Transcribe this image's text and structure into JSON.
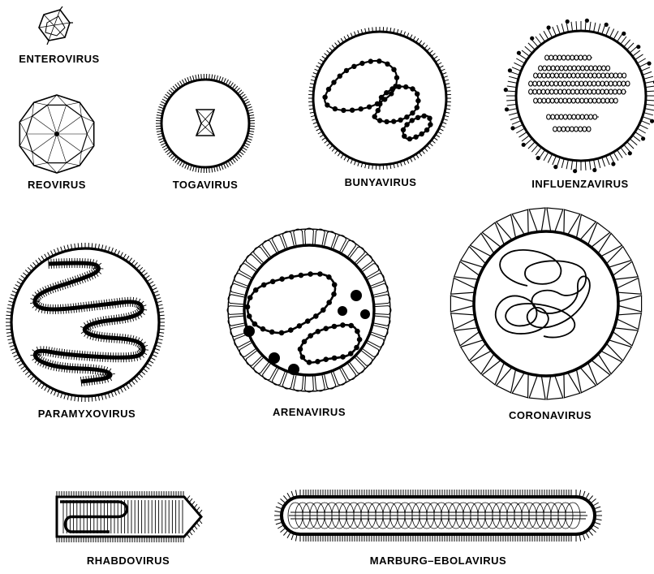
{
  "labels": {
    "enterovirus": "ENTEROVIRUS",
    "reovirus": "REOVIRUS",
    "togavirus": "TOGAVIRUS",
    "bunyavirus": "BUNYAVIRUS",
    "influenzavirus": "INFLUENZAVIRUS",
    "paramyxovirus": "PARAMYXOVIRUS",
    "arenavirus": "ARENAVIRUS",
    "coronavirus": "CORONAVIRUS",
    "rhabdovirus": "RHABDOVIRUS",
    "marburg_ebolavirus": "MARBURG–EBOLAVIRUS"
  },
  "colors": {
    "ink": "#000000",
    "paper": "#ffffff"
  }
}
